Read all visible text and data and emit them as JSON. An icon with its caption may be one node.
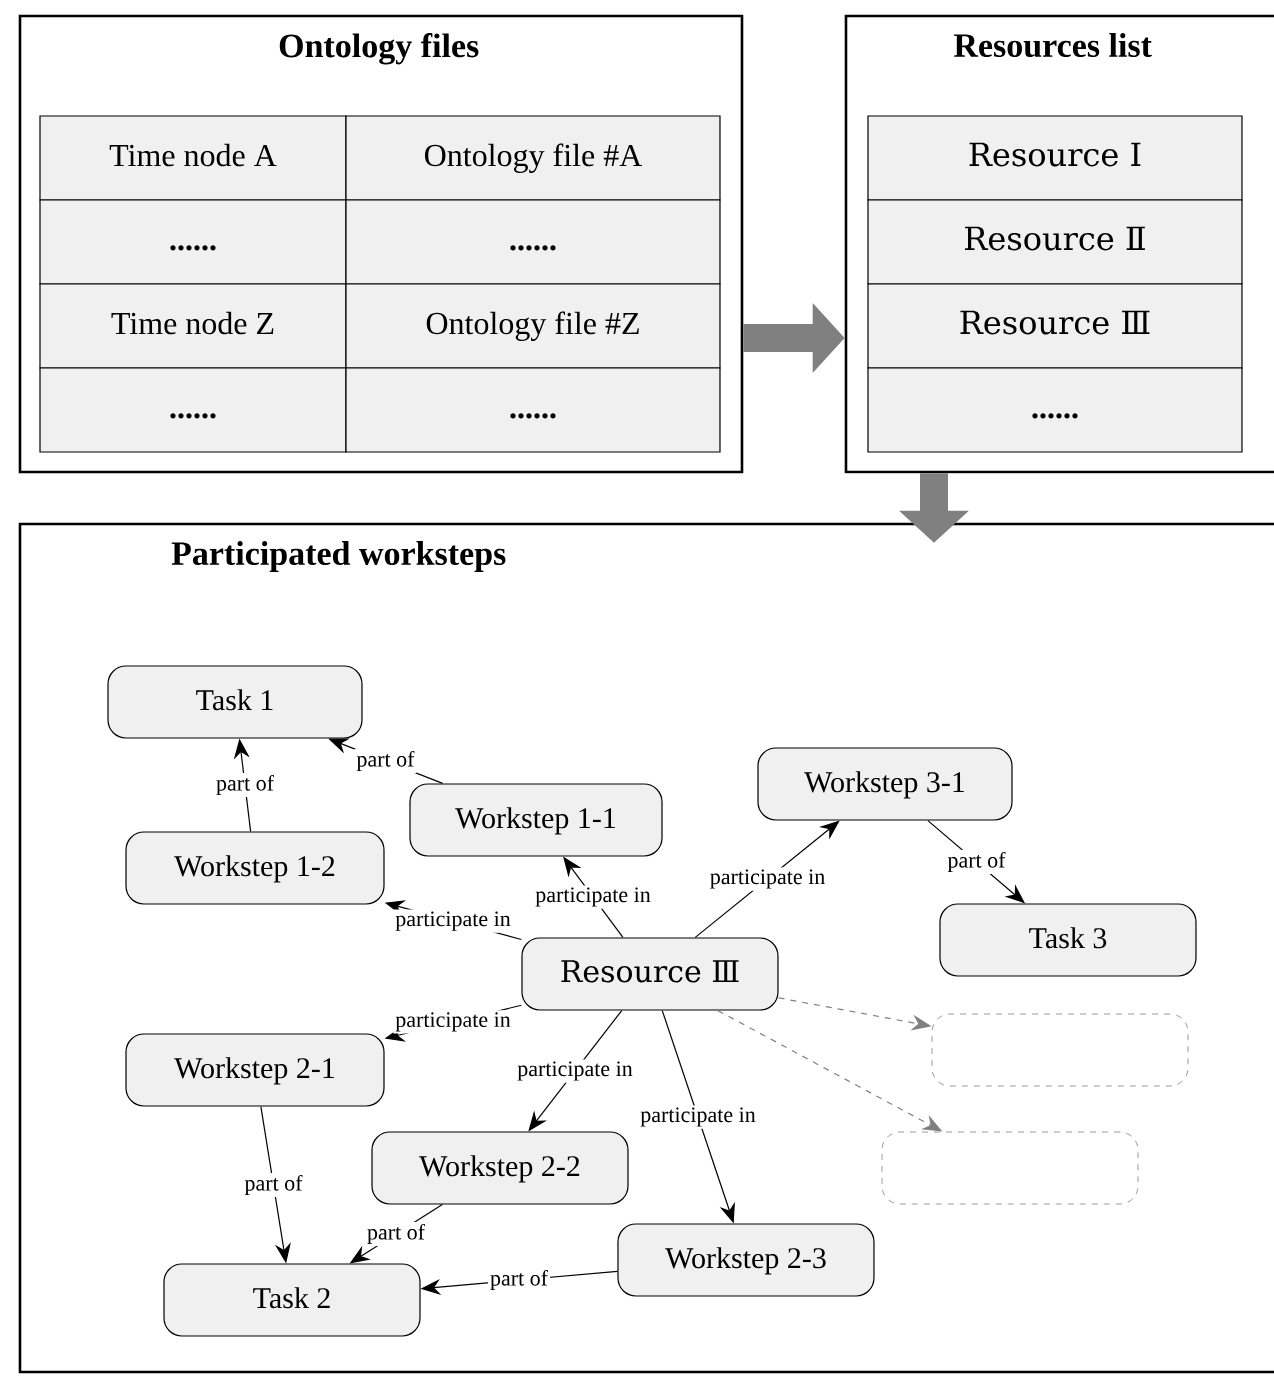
{
  "diagram": {
    "nodes": [
      {
        "text": [
          "Ontology files"
        ]
      },
      {
        "text": [
          "Time node A"
        ],
        "in": 0
      },
      {
        "text": [
          "Ontology file #A"
        ],
        "in": 0
      },
      {
        "text": [
          "......"
        ],
        "in": 0
      },
      {
        "text": [
          "......"
        ],
        "in": 0
      },
      {
        "text": [
          "Time node Z"
        ],
        "in": 0
      },
      {
        "text": [
          "Ontology file #Z"
        ],
        "in": 0
      },
      {
        "text": [
          "......"
        ],
        "in": 0
      },
      {
        "text": [
          "......"
        ],
        "in": 0
      },
      {
        "text": [
          "Resources list"
        ]
      },
      {
        "text": [
          "Resource Ⅰ"
        ],
        "in": 9
      },
      {
        "text": [
          "Resource Ⅱ"
        ],
        "in": 9
      },
      {
        "text": [
          "Resource Ⅲ"
        ],
        "in": 9
      },
      {
        "text": [
          "......"
        ],
        "in": 9
      },
      {
        "text": [
          "Participated worksteps"
        ]
      },
      {
        "text": [
          "Task 1"
        ],
        "in": 14
      },
      {
        "text": [
          "Workstep 1-1"
        ],
        "in": 14
      },
      {
        "text": [
          "Workstep 1-2"
        ],
        "in": 14
      },
      {
        "text": [
          "Workstep 3-1"
        ],
        "in": 14
      },
      {
        "text": [
          "Task 3"
        ],
        "in": 14
      },
      {
        "text": [
          "Resource Ⅲ"
        ],
        "in": 14
      },
      {
        "text": [
          "Workstep 2-1"
        ],
        "in": 14
      },
      {
        "text": [],
        "shape": "box",
        "in": 14
      },
      {
        "text": [
          "Workstep 2-2"
        ],
        "in": 14
      },
      {
        "text": [],
        "shape": "box",
        "in": 14
      },
      {
        "text": [
          "Workstep 2-3"
        ],
        "in": 14
      },
      {
        "text": [
          "Task 2"
        ],
        "in": 14
      }
    ],
    "edges": [
      {
        "from": 0,
        "to": 9,
        "arrow": "to",
        "style": "thick",
        "color": "#808080"
      },
      {
        "from": 9,
        "to": 14,
        "arrow": "to",
        "style": "thick",
        "color": "#808080"
      },
      {
        "from": 20,
        "to": 16,
        "arrow": "to",
        "label": "participate in"
      },
      {
        "from": 20,
        "to": 17,
        "arrow": "to",
        "label": "participate in"
      },
      {
        "from": 20,
        "to": 18,
        "arrow": "to",
        "label": "participate in"
      },
      {
        "from": 20,
        "to": 21,
        "arrow": "to",
        "label": "participate in"
      },
      {
        "from": 20,
        "to": 23,
        "arrow": "to",
        "label": "participate in"
      },
      {
        "from": 20,
        "to": 25,
        "arrow": "to",
        "label": "participate in"
      },
      {
        "from": 20,
        "to": 22,
        "arrow": "to",
        "style": "dashed",
        "color": "#808080"
      },
      {
        "from": 20,
        "to": 24,
        "arrow": "to",
        "style": "dashed",
        "color": "#808080"
      },
      {
        "from": 16,
        "to": 15,
        "arrow": "to",
        "label": "part of"
      },
      {
        "from": 17,
        "to": 15,
        "arrow": "to",
        "label": "part of"
      },
      {
        "from": 18,
        "to": 19,
        "arrow": "to",
        "label": "part of"
      },
      {
        "from": 21,
        "to": 26,
        "arrow": "to",
        "label": "part of"
      },
      {
        "from": 23,
        "to": 26,
        "arrow": "to",
        "label": "part of"
      },
      {
        "from": 25,
        "to": 26,
        "arrow": "to",
        "label": "part of"
      }
    ]
  }
}
